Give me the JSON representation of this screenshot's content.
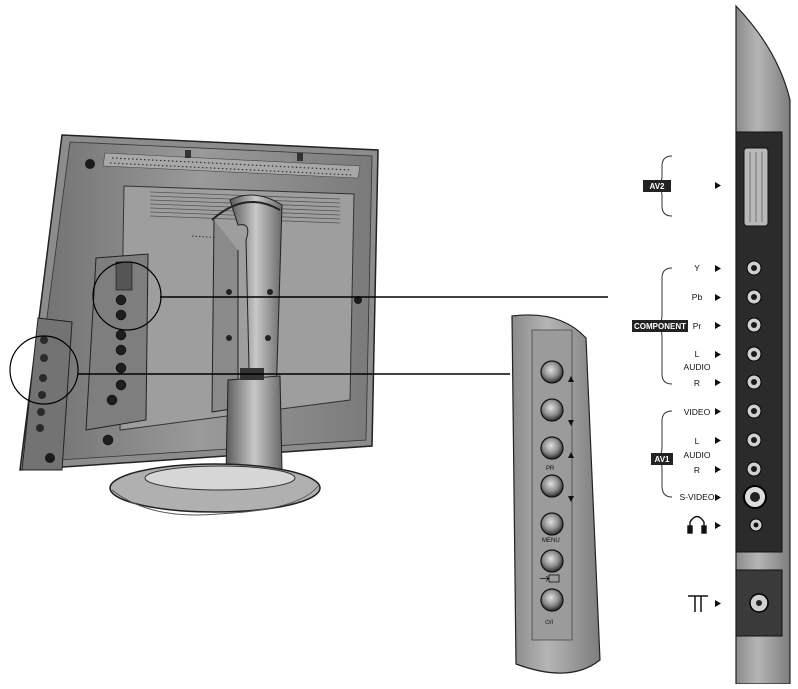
{
  "side_panel": {
    "groups": {
      "av2": "AV2",
      "component": "COMPONENT",
      "av1": "AV1"
    },
    "jacks": {
      "y": "Y",
      "pb": "Pb",
      "pr": "Pr",
      "component_l": "L",
      "component_audio": "AUDIO",
      "component_r": "R",
      "video": "VIDEO",
      "av1_l": "L",
      "av1_audio": "AUDIO",
      "av1_r": "R",
      "s_video": "S-VIDEO"
    },
    "headphone_icon": "headphone-icon",
    "antenna_icon": "antenna-icon"
  },
  "control_panel": {
    "pr": "PR",
    "menu": "MENU",
    "input_icon": "input-source-icon",
    "power": "⏻/I"
  }
}
